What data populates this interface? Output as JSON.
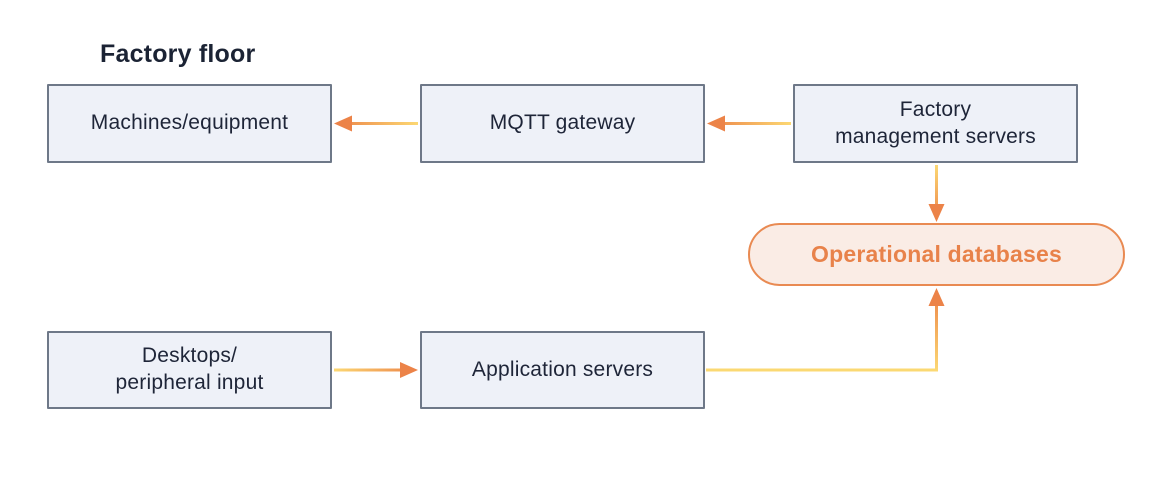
{
  "title": "Factory floor",
  "nodes": {
    "machines": {
      "line1": "Machines/equipment"
    },
    "mqtt": {
      "line1": "MQTT gateway"
    },
    "factory_servers": {
      "line1": "Factory",
      "line2": "management servers"
    },
    "desktops": {
      "line1": "Desktops/",
      "line2": "peripheral input"
    },
    "app_servers": {
      "line1": "Application servers"
    },
    "operational_db": {
      "label": "Operational databases"
    }
  },
  "connections": [
    {
      "from": "factory_servers",
      "to": "mqtt"
    },
    {
      "from": "mqtt",
      "to": "machines"
    },
    {
      "from": "desktops",
      "to": "app_servers"
    },
    {
      "from": "factory_servers",
      "to": "operational_db"
    },
    {
      "from": "app_servers",
      "to": "operational_db"
    }
  ],
  "colors": {
    "node_fill": "#eef1f8",
    "node_border": "#6e7888",
    "node_text": "#1e2538",
    "title_color": "#1b2334",
    "pill_fill": "#faece5",
    "pill_border": "#e98a52",
    "pill_text": "#e8824a",
    "arrow_yellow": "#fcd873",
    "arrow_orange": "#ec8348",
    "canvas_bg": "#ffffff"
  }
}
